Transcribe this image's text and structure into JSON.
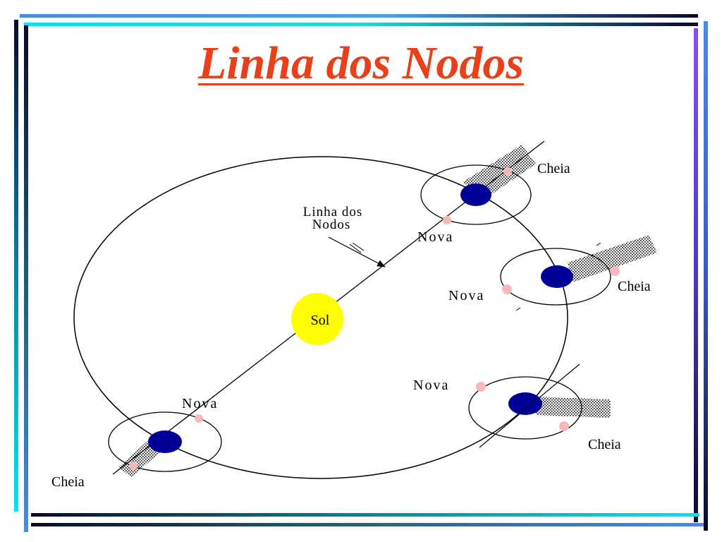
{
  "slide": {
    "title": "Linha dos Nodos",
    "title_color": "#e8401a"
  },
  "diagram": {
    "sun_label": "Sol",
    "pointer_label": [
      "Linha dos",
      "Nodos"
    ],
    "new_moon_label": "Nova",
    "full_moon_label": "Cheia",
    "colors": {
      "sun": "#ffff00",
      "earth": "#000099",
      "moon": "#f7b8b8",
      "orbit": "#000000",
      "frame_cyan": "#00e6f0",
      "frame_dark": "#0a0a2a",
      "frame_violet": "#6a4ff0",
      "frame_blue": "#4a8ae8"
    }
  }
}
